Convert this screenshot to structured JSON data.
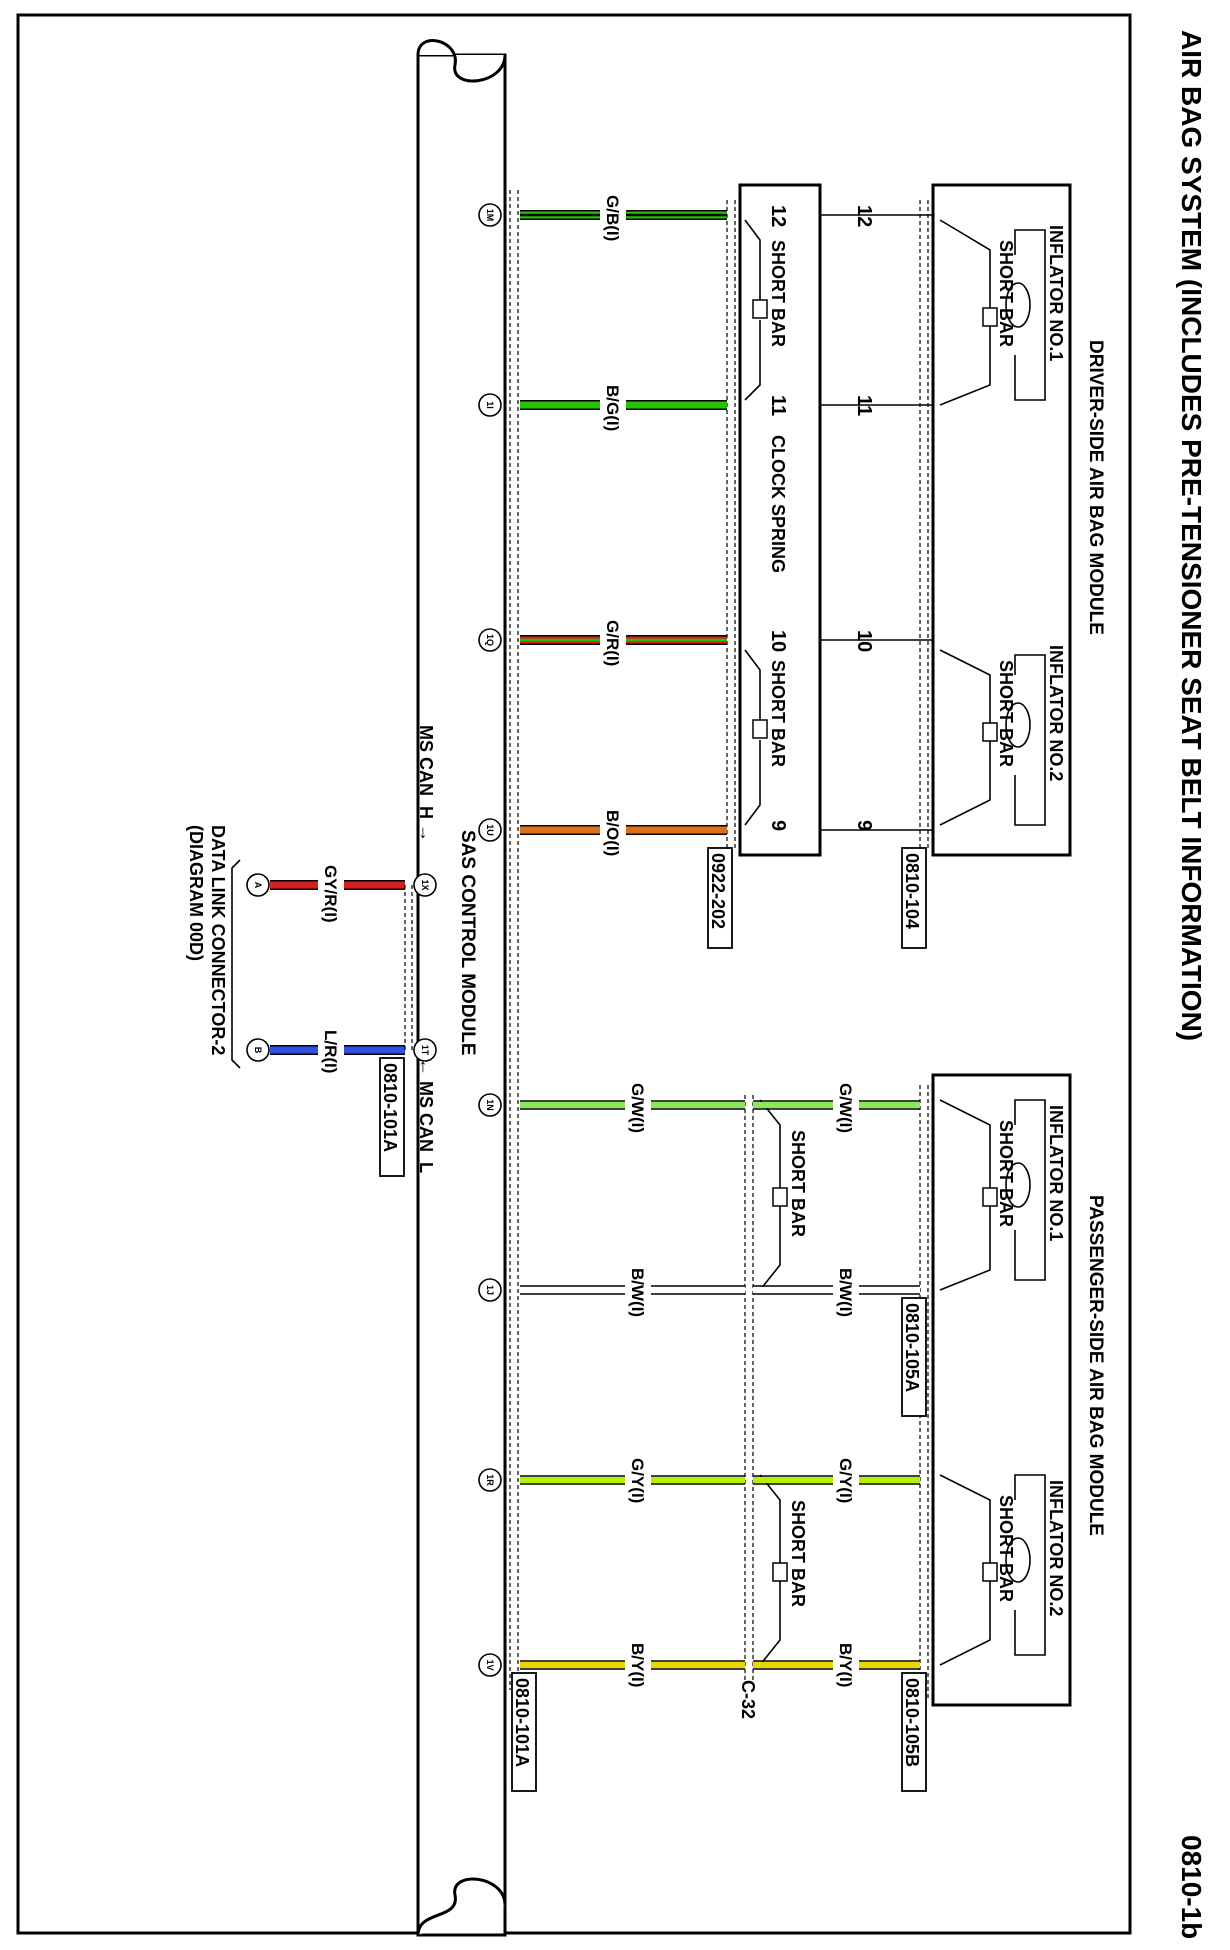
{
  "title": "AIR BAG SYSTEM (INCLUDES PRE-TENSIONER SEAT BELT INFORMATION)",
  "page_number": "0810-1b",
  "modules": {
    "driver_air_bag": "DRIVER-SIDE AIR BAG MODULE",
    "passenger_air_bag": "PASSENGER-SIDE AIR BAG MODULE",
    "sas_control": "SAS CONTROL MODULE",
    "clock_spring": "CLOCK SPRING",
    "data_link_line1": "DATA LINK CONNECTOR-2",
    "data_link_line2": "(DIAGRAM 00D)"
  },
  "inflators": [
    {
      "label": "INFLATOR NO.1",
      "short_bar": "SHORT BAR"
    },
    {
      "label": "INFLATOR NO.2",
      "short_bar": "SHORT BAR"
    },
    {
      "label": "INFLATOR NO.1",
      "short_bar": "SHORT BAR"
    },
    {
      "label": "INFLATOR NO.2",
      "short_bar": "SHORT BAR"
    }
  ],
  "clock_spring_short_bars": [
    "SHORT BAR",
    "SHORT BAR"
  ],
  "c32_short_bars": [
    "SHORT BAR",
    "SHORT BAR"
  ],
  "connectors": {
    "c_0810_104": "0810-104",
    "c_0922_202": "0922-202",
    "c_0810_105A": "0810-105A",
    "c_0810_105B": "0810-105B",
    "c_0810_101A_bottom": "0810-101A",
    "c_0810_101A_can": "0810-101A",
    "c_32": "C-32"
  },
  "pins_clock_spring": [
    "12",
    "11",
    "10",
    "9"
  ],
  "pins_driver_module": [
    "12",
    "11",
    "10",
    "9"
  ],
  "wires_driver": [
    {
      "label": "G/B(I)",
      "terminal": "1M",
      "color": "#22c400",
      "stripe": "#000000"
    },
    {
      "label": "B/G(I)",
      "terminal": "1I",
      "color": "#22c400",
      "stripe": "#22c400"
    },
    {
      "label": "G/R(I)",
      "terminal": "1Q",
      "color": "#d42020",
      "stripe": "#22c400"
    },
    {
      "label": "B/O(I)",
      "terminal": "1U",
      "color": "#e07018",
      "stripe": "#e07018"
    }
  ],
  "wires_passenger": [
    {
      "label_module": "G/W(I)",
      "label_c32": "G/W(I)",
      "terminal": "1N",
      "color": "#8ae85a"
    },
    {
      "label_module": "B/W(I)",
      "label_c32": "B/W(I)",
      "terminal": "1J",
      "color": "#ffffff"
    },
    {
      "label_module": "G/Y(I)",
      "label_c32": "G/Y(I)",
      "terminal": "1R",
      "color": "#b4f000"
    },
    {
      "label_module": "B/Y(I)",
      "label_c32": "B/Y(I)",
      "terminal": "1V",
      "color": "#e8d800"
    }
  ],
  "can_wires": [
    {
      "label": "GY/R(I)",
      "terminal": "1X",
      "dlc_pin": "A",
      "color": "#d42020"
    },
    {
      "label": "L/R(I)",
      "terminal": "1T",
      "dlc_pin": "B",
      "color": "#3050e0"
    }
  ],
  "can_labels": {
    "h": "MS CAN_H",
    "l": "MS CAN_L"
  },
  "colors": {
    "green": "#22c400",
    "red": "#d42020",
    "orange": "#e07018",
    "blue": "#3050e0",
    "yellow": "#e8d800"
  }
}
